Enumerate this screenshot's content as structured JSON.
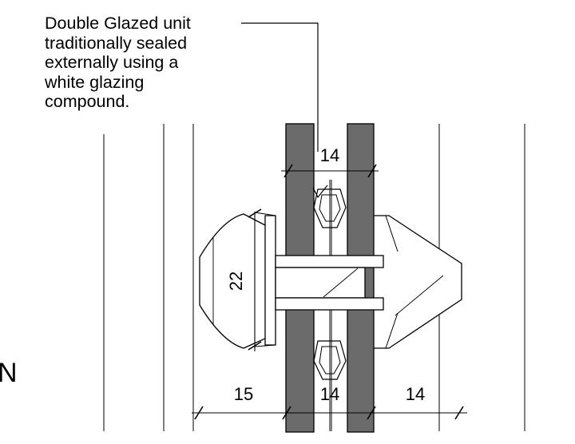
{
  "annotation": {
    "lines": [
      "Double Glazed unit",
      "traditionally sealed",
      "externally using a",
      "white glazing",
      "compound."
    ]
  },
  "dimensions": {
    "unit_gap": "14",
    "bolt_head_height": "22",
    "bottom_left": "15",
    "bottom_center": "14",
    "bottom_right": "14"
  },
  "edge_letter": "N",
  "colors": {
    "glass_pane": "#6b6b6b",
    "outline": "#000000",
    "background": "#ffffff"
  }
}
